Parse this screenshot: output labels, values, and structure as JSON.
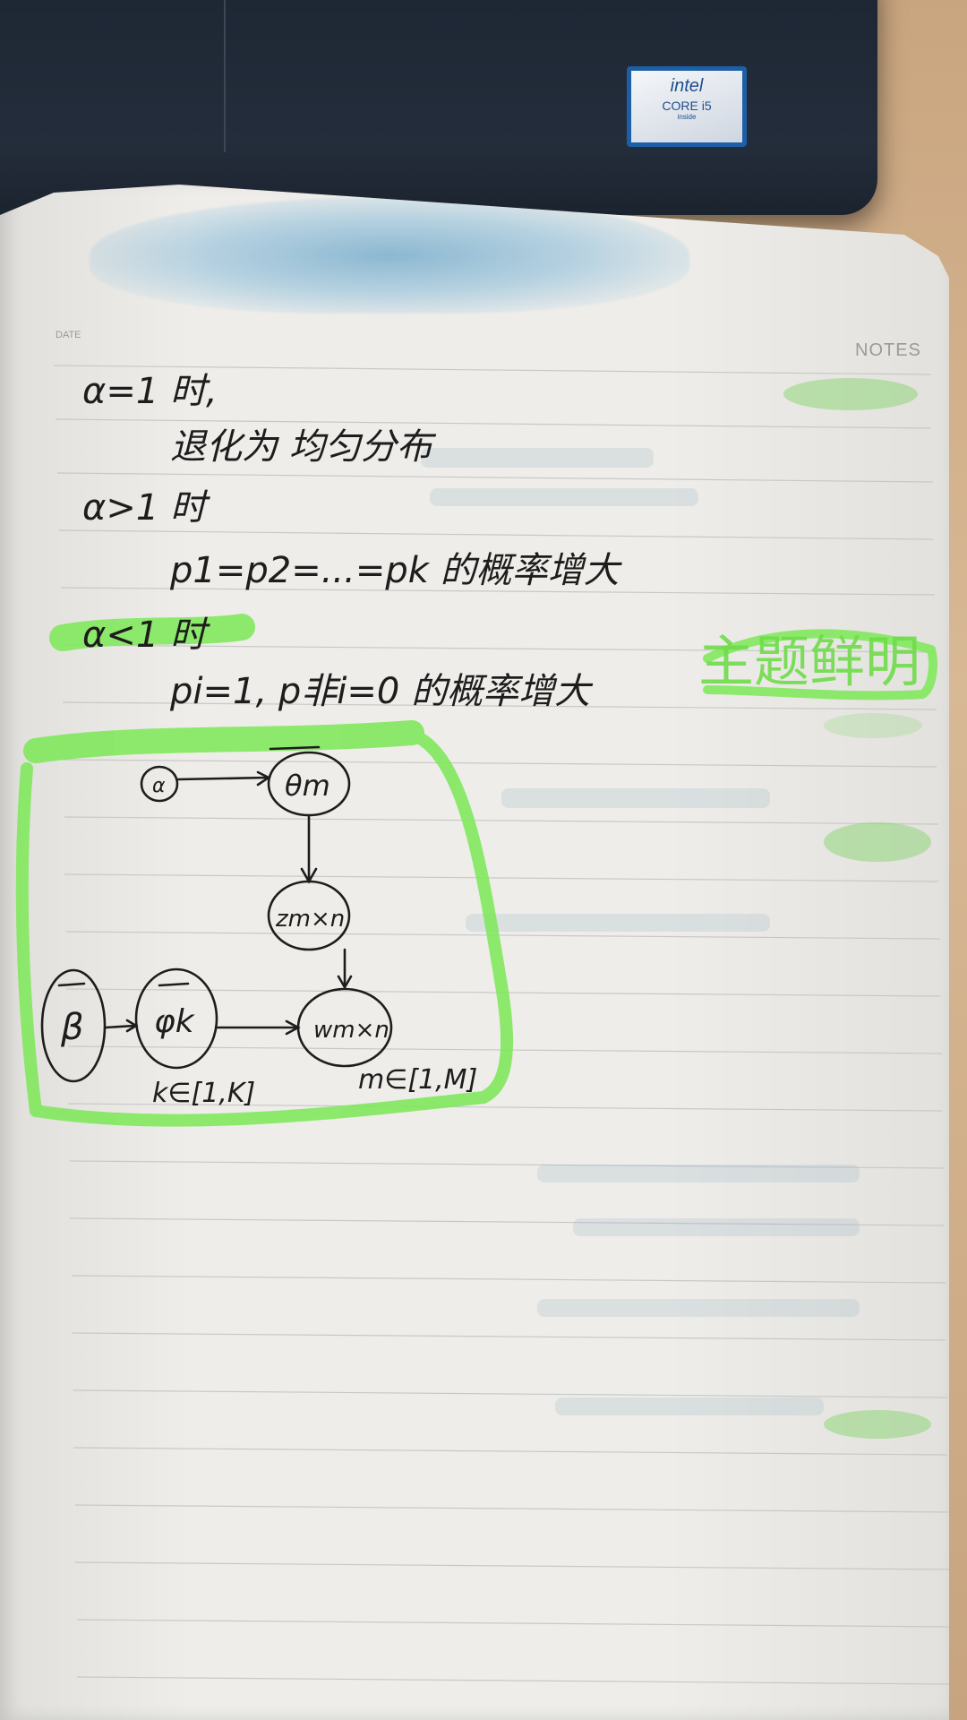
{
  "sticker": {
    "brand": "intel",
    "model": "CORE i5",
    "sub": "inside"
  },
  "page": {
    "date_label": "DATE",
    "notes_label": "NOTES"
  },
  "notes": {
    "line1": "α=1 时,",
    "line2": "退化为 均匀分布",
    "line3": "α>1 时",
    "line4": "p1=p2=...=pk 的概率增大",
    "line5": "α<1 时",
    "line6": "pi=1, p非i=0 的概率增大",
    "side_note": "主题鲜明"
  },
  "diagram": {
    "alpha": "α",
    "theta": "θm",
    "z": "zm×n",
    "beta": "β",
    "phi": "φk",
    "w": "wm×n",
    "k_range": "k∈[1,K]",
    "m_range": "m∈[1,M]"
  },
  "colors": {
    "highlighter": "#7ee85a",
    "ink": "#1e1c1c",
    "paper": "#eeede9",
    "laptop": "#1f2835"
  }
}
